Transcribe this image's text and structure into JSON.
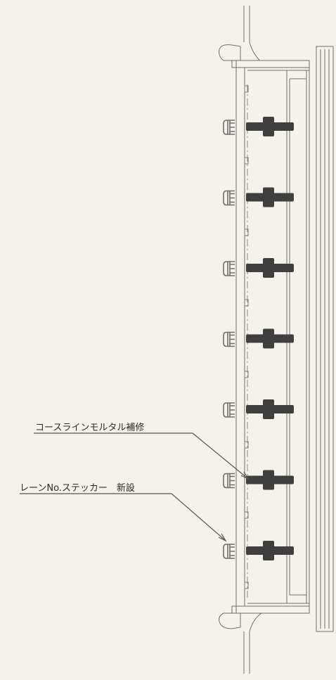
{
  "annotations": {
    "course_line": "コースラインモルタル補修",
    "lane_sticker": "レーンNo.ステッカー　新設"
  },
  "lane_rows": 7,
  "colors": {
    "line": "#6e6e6e",
    "block": "#3f3f3f",
    "paper": "#f4f2ea"
  }
}
